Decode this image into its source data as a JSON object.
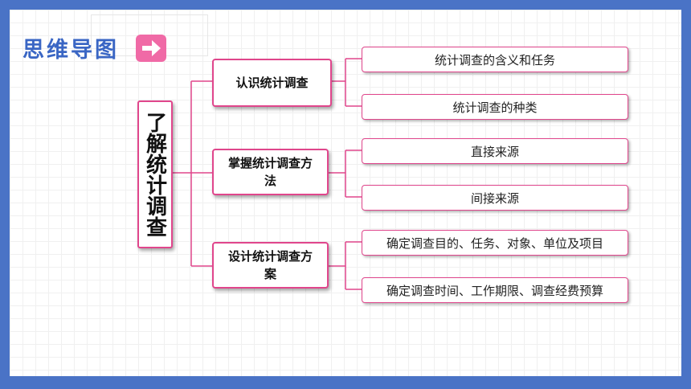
{
  "header": {
    "title": "思维导图"
  },
  "root": {
    "label": "了解统计调查"
  },
  "branches": [
    {
      "label": "认识统计调查",
      "children": [
        "统计调查的含义和任务",
        "统计调查的种类"
      ]
    },
    {
      "label": "掌握统计调查方法",
      "children": [
        "直接来源",
        "间接来源"
      ]
    },
    {
      "label": "设计统计调查方案",
      "children": [
        "确定调查目的、任务、对象、单位及项目",
        "确定调查时间、工作期限、调查经费预算"
      ]
    }
  ],
  "colors": {
    "frame": "#4a73c6",
    "accent": "#e0468c",
    "title": "#3a66c4",
    "badge": "#f06aa6"
  }
}
